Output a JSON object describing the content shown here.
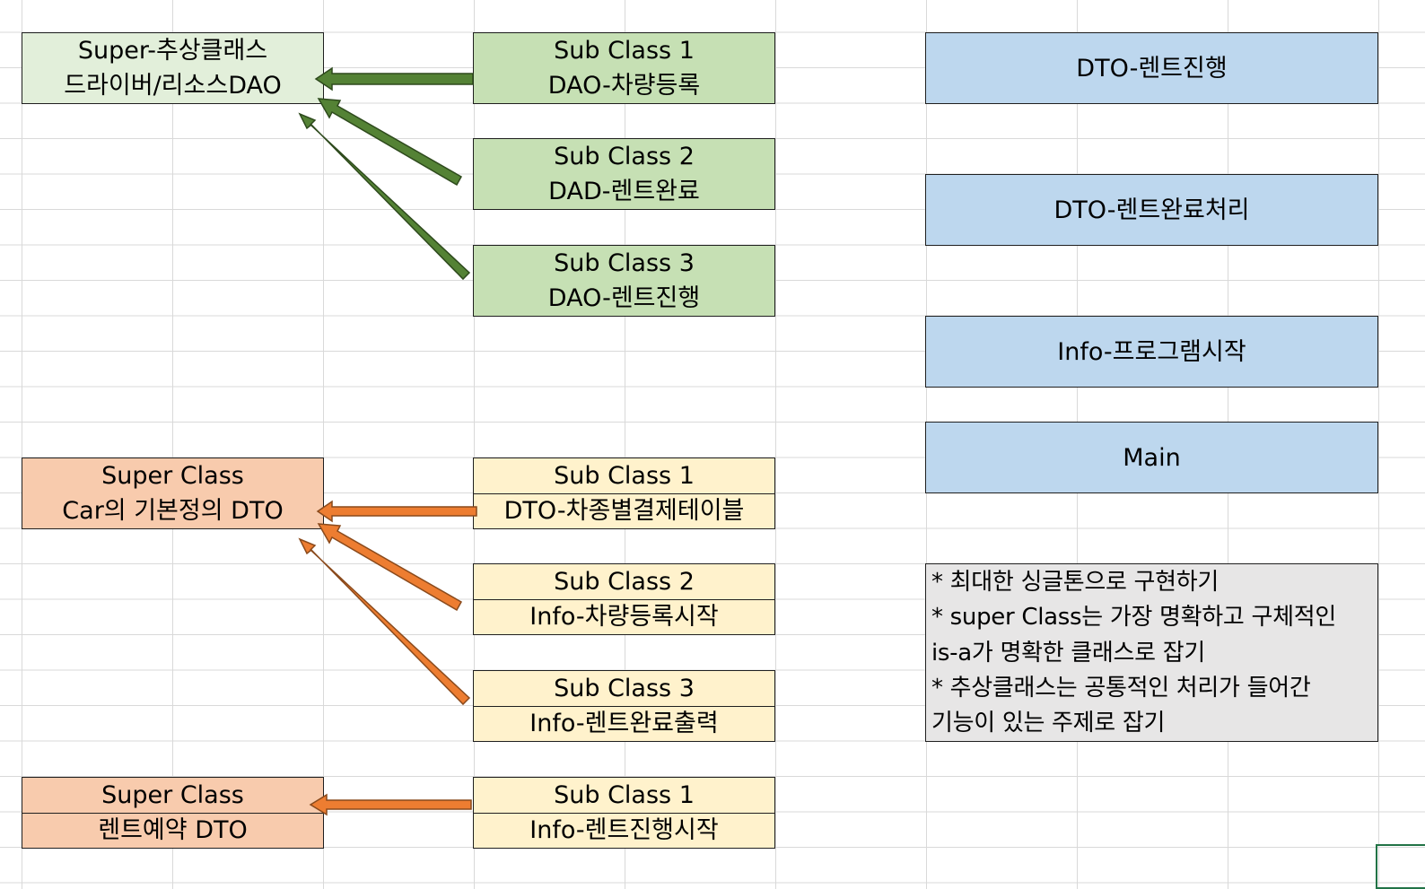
{
  "diagram": {
    "boxes": {
      "super_dao": [
        "Super-추상클래스",
        "드라이버/리소스DAO"
      ],
      "sub_dao_1": [
        "Sub Class 1",
        "DAO-차량등록"
      ],
      "sub_dao_2": [
        "Sub Class 2",
        "DAD-렌트완료"
      ],
      "sub_dao_3": [
        "Sub Class 3",
        "DAO-렌트진행"
      ],
      "dto_rent_progress": "DTO-렌트진행",
      "dto_rent_complete": "DTO-렌트완료처리",
      "info_program_start": "Info-프로그램시작",
      "main": "Main",
      "super_dto_car": [
        "Super Class",
        "Car의 기본정의 DTO"
      ],
      "sub_dto_1": [
        "Sub Class 1",
        "DTO-차종별결제테이블"
      ],
      "sub_info_2": [
        "Sub Class 2",
        "Info-차량등록시작"
      ],
      "sub_info_3": [
        "Sub Class 3",
        "Info-렌트완료출력"
      ],
      "super_dto_rent": [
        "Super Class",
        "렌트예약 DTO"
      ],
      "sub_info_1": [
        "Sub Class 1",
        "Info-렌트진행시작"
      ]
    },
    "notes": [
      "* 최대한 싱글톤으로 구현하기",
      "* super Class는 가장 명확하고 구체적인",
      "is-a가 명확한 클래스로 잡기",
      "* 추상클래스는 공통적인 처리가 들어간",
      "기능이 있는 주제로 잡기"
    ],
    "colors": {
      "super_dao_fill": "#e2efda",
      "sub_dao_fill": "#c6e0b4",
      "sub_dto_fill": "#fff2cc",
      "super_dto_fill": "#f8cbad",
      "blue_fill": "#bdd7ee",
      "note_fill": "#e7e6e6",
      "green_arrow": "#548235",
      "orange_arrow": "#ed7d31"
    }
  }
}
